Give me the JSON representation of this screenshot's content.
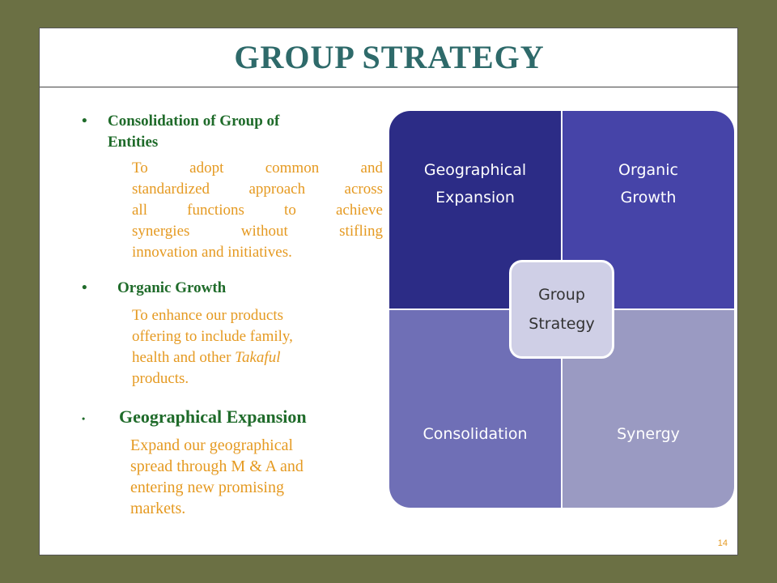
{
  "title": "GROUP STRATEGY",
  "bullets": [
    {
      "heading": "Consolidation of Group of Entities",
      "heading_line1": "Consolidation of Group of",
      "heading_line2": "Entities",
      "body_lines": [
        "To adopt common and",
        "standardized approach across",
        "all functions to achieve",
        "synergies without stifling",
        "innovation and initiatives."
      ]
    },
    {
      "heading": "Organic Growth",
      "body_lines": [
        "To enhance our products",
        "offering to include family,",
        "health and other ",
        "products."
      ],
      "body_italic": "Takaful"
    },
    {
      "heading": "Geographical Expansion",
      "body_lines": [
        "Expand our geographical",
        "spread through M & A and",
        "entering new promising",
        "markets."
      ]
    }
  ],
  "diagram": {
    "q1_line1": "Geographical",
    "q1_line2": "Expansion",
    "q2_line1": "Organic",
    "q2_line2": "Growth",
    "q3": "Consolidation",
    "q4": "Synergy",
    "center_line1": "Group",
    "center_line2": "Strategy"
  },
  "page_number": "14"
}
